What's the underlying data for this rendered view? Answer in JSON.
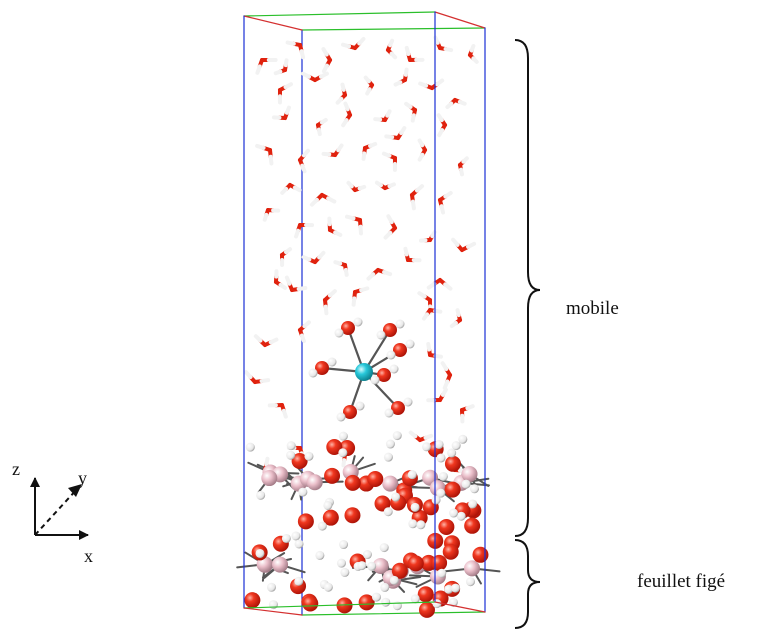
{
  "labels": {
    "mobile": "mobile",
    "fixed_sheet": "feuillet figé"
  },
  "axes": {
    "z": "z",
    "y": "y",
    "x": "x"
  },
  "colors": {
    "oxygen": "#e0220e",
    "hydrogen": "#f2f2f2",
    "central_ion": "#22c6d6",
    "sheet_metal": "#e7b9c4",
    "bond": "#555555",
    "cell_blue": "#1a2fd6",
    "cell_red": "#d43030",
    "cell_green": "#2bbf2b"
  }
}
